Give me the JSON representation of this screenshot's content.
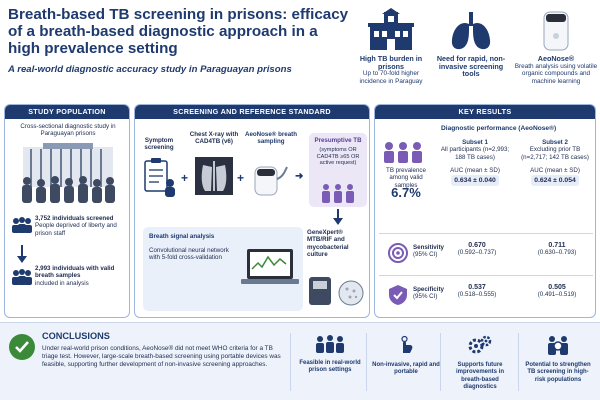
{
  "header": {
    "title": "Breath-based TB screening in prisons: efficacy of a breath-based diagnostic approach in a high prevalence setting",
    "subtitle": "A real-world diagnostic accuracy study in Paraguayan prisons",
    "items": [
      {
        "icon": "prison-building-icon",
        "title": "High TB burden in prisons",
        "text": "Up to 70-fold higher incidence in Paraguay"
      },
      {
        "icon": "lungs-icon",
        "title": "Need for rapid, non-invasive screening tools",
        "text": ""
      },
      {
        "icon": "aeonose-device-icon",
        "title": "AeoNose®",
        "text": "Breath analysis using volatile organic compounds and machine learning"
      }
    ]
  },
  "study_population": {
    "heading": "STUDY POPULATION",
    "intro": "Cross-sectional diagnostic study in Paraguayan prisons",
    "screened_count": "3,752 individuals screened",
    "screened_desc": "People deprived of liberty and prison staff",
    "valid_count": "2,993 individuals with valid breath samples",
    "valid_desc": "included in analysis"
  },
  "screening": {
    "heading": "SCREENING AND REFERENCE STANDARD",
    "symptom": "Symptom screening",
    "xray": "Chest X-ray with CAD4TB (v6)",
    "aeonose": "AeoNose® breath sampling",
    "presumptive_title": "Presumptive TB",
    "presumptive_text": "(symptoms OR CAD4TB ≥65 OR active request)",
    "breath_title": "Breath signal analysis",
    "breath_text": "Convolutional neural network with 5-fold cross-validation",
    "genexpert": "GeneXpert® MTB/RIF and mycobacterial culture"
  },
  "results": {
    "heading": "KEY RESULTS",
    "prevalence_label": "TB prevalence among valid samples",
    "prevalence_value": "6.7%",
    "perf_title": "Diagnostic performance (AeoNose®)",
    "subset1": {
      "title": "Subset 1",
      "desc": "All participants (n=2,993; 188 TB cases)",
      "auc_label": "AUC (mean ± SD)",
      "auc": "0.634 ± 0.040"
    },
    "subset2": {
      "title": "Subset 2",
      "desc": "Excluding prior TB (n=2,717; 142 TB cases)",
      "auc_label": "AUC (mean ± SD)",
      "auc": "0.624 ± 0.054"
    },
    "sensitivity": {
      "label": "Sensitivity",
      "ci": "(95% CI)",
      "s1": "0.670",
      "s1ci": "(0.592–0.737)",
      "s2": "0.711",
      "s2ci": "(0.630–0.793)"
    },
    "specificity": {
      "label": "Specificity",
      "ci": "(95% CI)",
      "s1": "0.537",
      "s1ci": "(0.518–0.555)",
      "s2": "0.505",
      "s2ci": "(0.491–0.519)"
    }
  },
  "conclusions": {
    "heading": "CONCLUSIONS",
    "text": "Under real-world prison conditions, AeoNose® did not meet WHO criteria for a TB triage test. However, large-scale breath-based screening using portable devices was feasible, supporting further development of non-invasive screening approaches.",
    "items": [
      {
        "icon": "people-group-icon",
        "label": "Feasible in real-world prison settings"
      },
      {
        "icon": "hand-touch-icon",
        "label": "Non-invasive, rapid and portable"
      },
      {
        "icon": "gears-icon",
        "label": "Supports future improvements in breath-based diagnostics"
      },
      {
        "icon": "people-screening-icon",
        "label": "Potential to strengthen TB screening in high-risk populations"
      }
    ]
  },
  "colors": {
    "navy": "#1e3a6e",
    "purple": "#7a5bb6",
    "check": "#3a8a3a"
  }
}
